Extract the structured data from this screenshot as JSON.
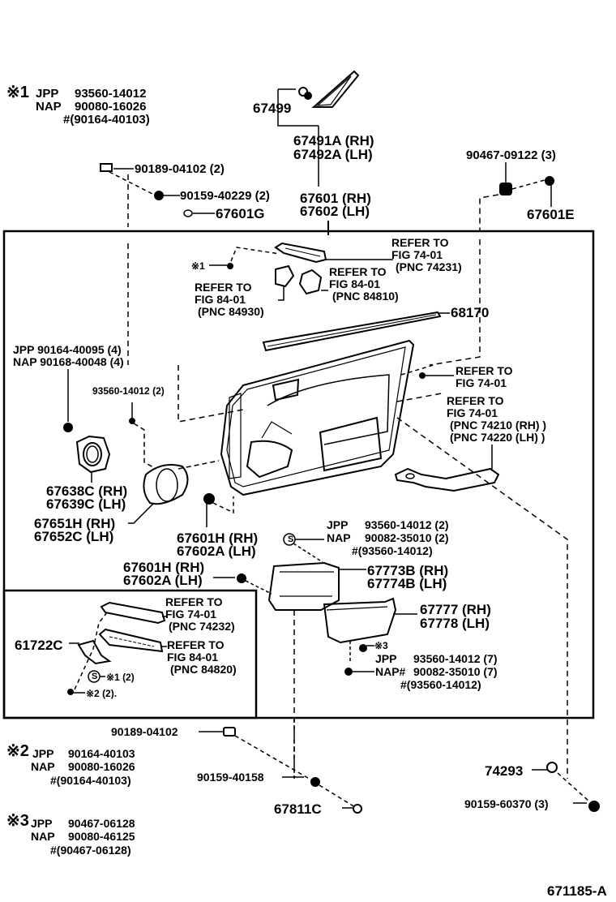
{
  "notes": {
    "n1": {
      "marker": "※1",
      "jpp_label": "JPP",
      "jpp": "93560-14012",
      "nap_label": "NAP",
      "nap": "90080-16026",
      "alt": "#(90164-40103)"
    },
    "n2": {
      "marker": "※2",
      "jpp_label": "JPP",
      "jpp": "90164-40103",
      "nap_label": "NAP",
      "nap": "90080-16026",
      "alt": "#(90164-40103)"
    },
    "n3": {
      "marker": "※3",
      "jpp_label": "JPP",
      "jpp": "90467-06128",
      "nap_label": "NAP",
      "nap": "90080-46125",
      "alt": "#(90467-06128)"
    }
  },
  "parts": {
    "p67499": "67499",
    "p67491a": "67491A (RH)",
    "p67492a": "67492A (LH)",
    "p9018904102_2": "90189-04102 (2)",
    "p9015940229": "90159-40229 (2)",
    "p67601g": "67601G",
    "p67601": "67601 (RH)",
    "p67602": "67602 (LH)",
    "p9046709122": "90467-09122 (3)",
    "p67601e": "67601E",
    "p68170": "68170",
    "speaker_screw_jpp": "JPP 90164-40095 (4)",
    "speaker_screw_nap": "NAP 90168-40048 (4)",
    "p9356014012_2": "93560-14012 (2)",
    "p67638c": "67638C (RH)",
    "p67639c": "67639C (LH)",
    "p67651h": "67651H (RH)",
    "p67652c": "67652C (LH)",
    "p67601h_a": "67601H (RH)",
    "p67602a_a": "67602A (LH)",
    "p67601h_b": "67601H (RH)",
    "p67602a_b": "67602A (LH)",
    "s_jpp": "JPP",
    "s_jpp_no": "93560-14012 (2)",
    "s_nap": "NAP",
    "s_nap_no": "90082-35010 (2)",
    "s_alt": "#(93560-14012)",
    "p67773b": "67773B (RH)",
    "p67774b": "67774B (LH)",
    "p67777": "67777 (RH)",
    "p67778": "67778 (LH)",
    "star3": "※3",
    "b_jpp": "JPP",
    "b_jpp_no": "93560-14012 (7)",
    "b_nap": "NAP#",
    "b_nap_no": "90082-35010 (7)",
    "b_alt": "#(93560-14012)",
    "p61722c": "61722C",
    "inset_s": "※1 (2)",
    "inset_star2": "※2 (2).",
    "p9018904102": "90189-04102",
    "p9015940158": "90159-40158",
    "p67811c": "67811C",
    "p74293": "74293",
    "p9015960370": "90159-60370 (3)",
    "star1_small": "※1",
    "s_symbol": "S",
    "s_symbol_inset": "S"
  },
  "refs": {
    "r74231": [
      "REFER TO",
      "FIG 74-01",
      "(PNC 74231)"
    ],
    "r84810": [
      "REFER TO",
      "FIG 84-01",
      "(PNC 84810)"
    ],
    "r84930": [
      "REFER TO",
      "FIG 84-01",
      "(PNC 84930)"
    ],
    "r7401": [
      "REFER TO",
      "FIG 74-01"
    ],
    "r74210": [
      "REFER TO",
      "FIG 74-01",
      "(PNC 74210 (RH) )",
      "(PNC 74220 (LH) )"
    ],
    "r74232": [
      "REFER TO",
      "FIG 74-01",
      "(PNC 74232)"
    ],
    "r84820": [
      "REFER TO",
      "FIG 84-01",
      "(PNC 84820)"
    ]
  },
  "figure_id": "671185-A"
}
